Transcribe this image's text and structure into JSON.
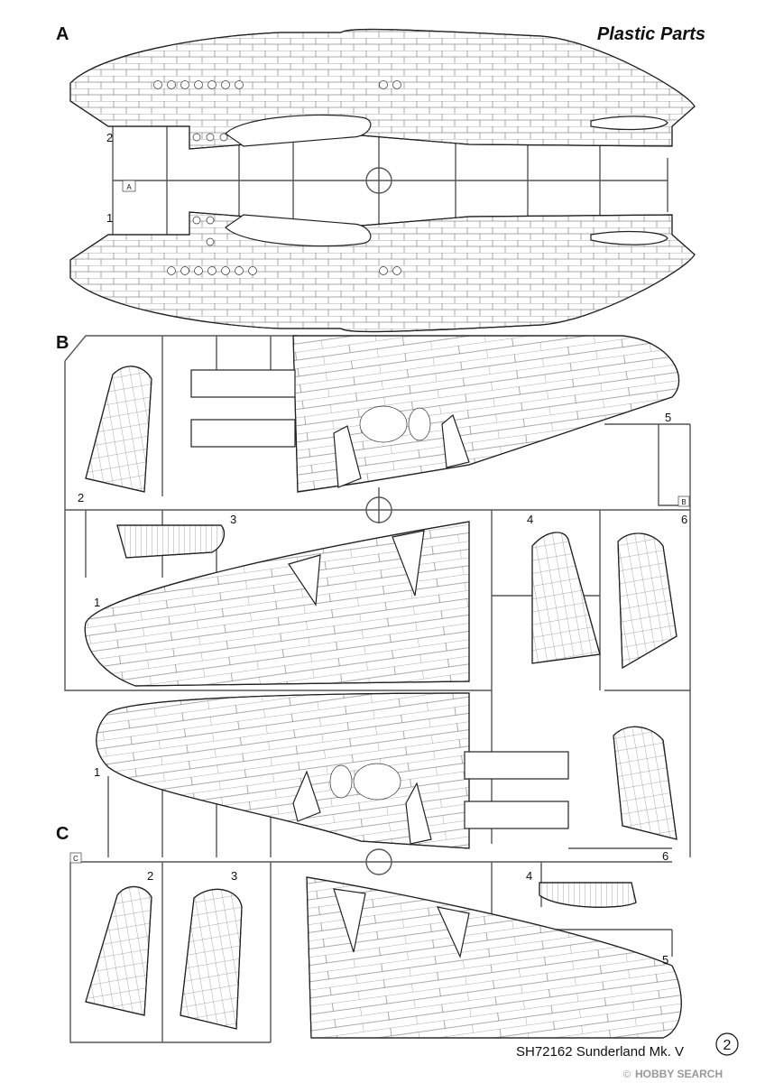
{
  "title": "Plastic Parts",
  "sprues": [
    {
      "letter": "A",
      "tab": "A",
      "parts": [
        "1",
        "2"
      ]
    },
    {
      "letter": "B",
      "tab": "B",
      "parts": [
        "1",
        "2",
        "3",
        "4",
        "5",
        "6"
      ]
    },
    {
      "letter": "C",
      "tab": "C",
      "parts": [
        "1",
        "2",
        "3",
        "4",
        "5",
        "6"
      ]
    }
  ],
  "footer": {
    "kit": "SH72162 Sunderland Mk. V",
    "page": "2",
    "watermark": "HOBBY SEARCH",
    "watermark_mark": "©"
  }
}
